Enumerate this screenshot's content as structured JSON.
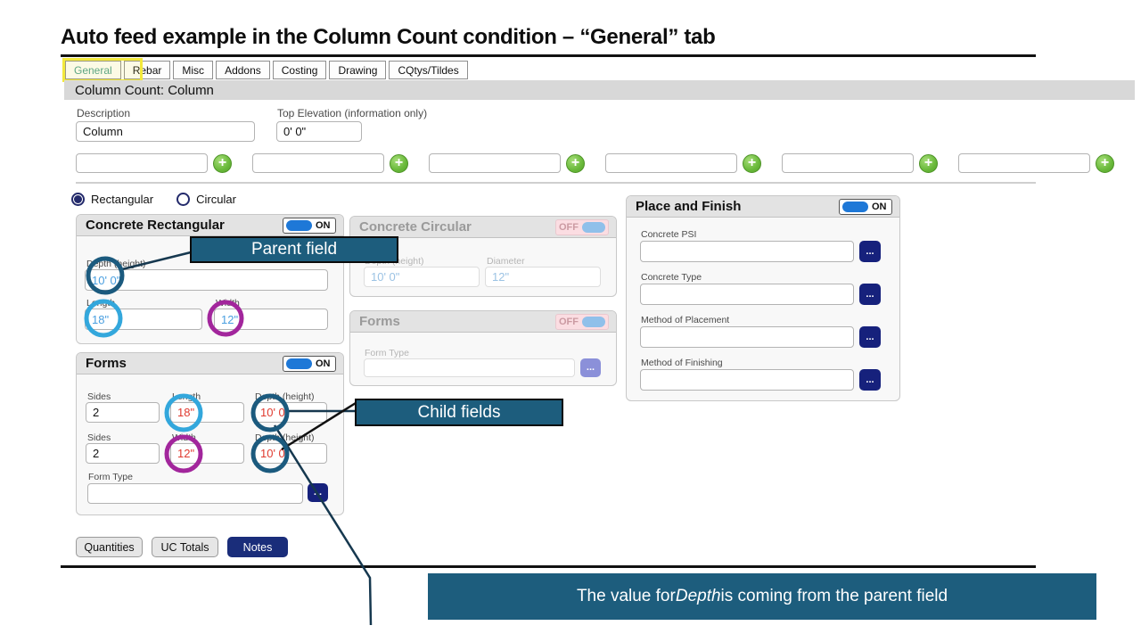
{
  "title": "Auto feed example in the Column Count condition – “General” tab",
  "tabs": [
    {
      "label": "General",
      "active": true
    },
    {
      "label": "Rebar",
      "active": false
    },
    {
      "label": "Misc",
      "active": false
    },
    {
      "label": "Addons",
      "active": false
    },
    {
      "label": "Costing",
      "active": false
    },
    {
      "label": "Drawing",
      "active": false
    },
    {
      "label": "CQtys/Tildes",
      "active": false
    }
  ],
  "header": "Column Count: Column",
  "description": {
    "label": "Description",
    "value": "Column"
  },
  "top_elevation": {
    "label": "Top Elevation (information only)",
    "value": "0' 0\""
  },
  "ui": {
    "plus_label": "+",
    "more_label": "...",
    "auto_feed_slot_count": 6
  },
  "shape_options": {
    "rectangular": "Rectangular",
    "circular": "Circular",
    "selected": "Rectangular"
  },
  "panels": {
    "concrete_rect": {
      "title": "Concrete Rectangular",
      "toggle": "ON",
      "depth_label": "Depth (height)",
      "depth_value": "10' 0\"",
      "length_label": "Length",
      "length_value": "18\"",
      "width_label": "Width",
      "width_value": "12\""
    },
    "concrete_circ": {
      "title": "Concrete Circular",
      "toggle": "OFF",
      "depth_label": "Depth (height)",
      "depth_value": "10' 0\"",
      "diameter_label": "Diameter",
      "diameter_value": "12\""
    },
    "forms_circ": {
      "title": "Forms",
      "toggle": "OFF",
      "form_type_label": "Form Type",
      "form_type_value": ""
    },
    "forms_rect": {
      "title": "Forms",
      "toggle": "ON",
      "row1": {
        "sides_label": "Sides",
        "sides_value": "2",
        "dim_label": "Length",
        "dim_value": "18\"",
        "depth_label": "Depth (height)",
        "depth_value": "10' 0\""
      },
      "row2": {
        "sides_label": "Sides",
        "sides_value": "2",
        "dim_label": "Width",
        "dim_value": "12\"",
        "depth_label": "Depth (height)",
        "depth_value": "10' 0\""
      },
      "form_type_label": "Form Type",
      "form_type_value": ""
    },
    "place_finish": {
      "title": "Place and Finish",
      "toggle": "ON",
      "fields": [
        {
          "label": "Concrete PSI",
          "value": ""
        },
        {
          "label": "Concrete Type",
          "value": ""
        },
        {
          "label": "Method of Placement",
          "value": ""
        },
        {
          "label": "Method of Finishing",
          "value": ""
        }
      ]
    }
  },
  "footer": {
    "quantities": "Quantities",
    "uc_totals": "UC Totals",
    "notes": "Notes"
  },
  "callouts": {
    "parent": "Parent field",
    "child": "Child fields"
  },
  "banner": {
    "pre": "The value for ",
    "italic": "Depth",
    "post": " is coming from the parent field"
  },
  "colors": {
    "annotation_teal": "#1d5d7d",
    "highlight_yellow": "#f3e93c",
    "parent_value_blue": "#4a9fe0",
    "auto_fed_value_red": "#e03a2f",
    "circle_dark_teal": "#1b5a7e",
    "circle_light_blue": "#33a7dc",
    "circle_purple": "#a2269c",
    "toggle_on_blue": "#1e78d7",
    "notes_navy": "#1a2d7a",
    "plus_green": "#69b93a"
  }
}
